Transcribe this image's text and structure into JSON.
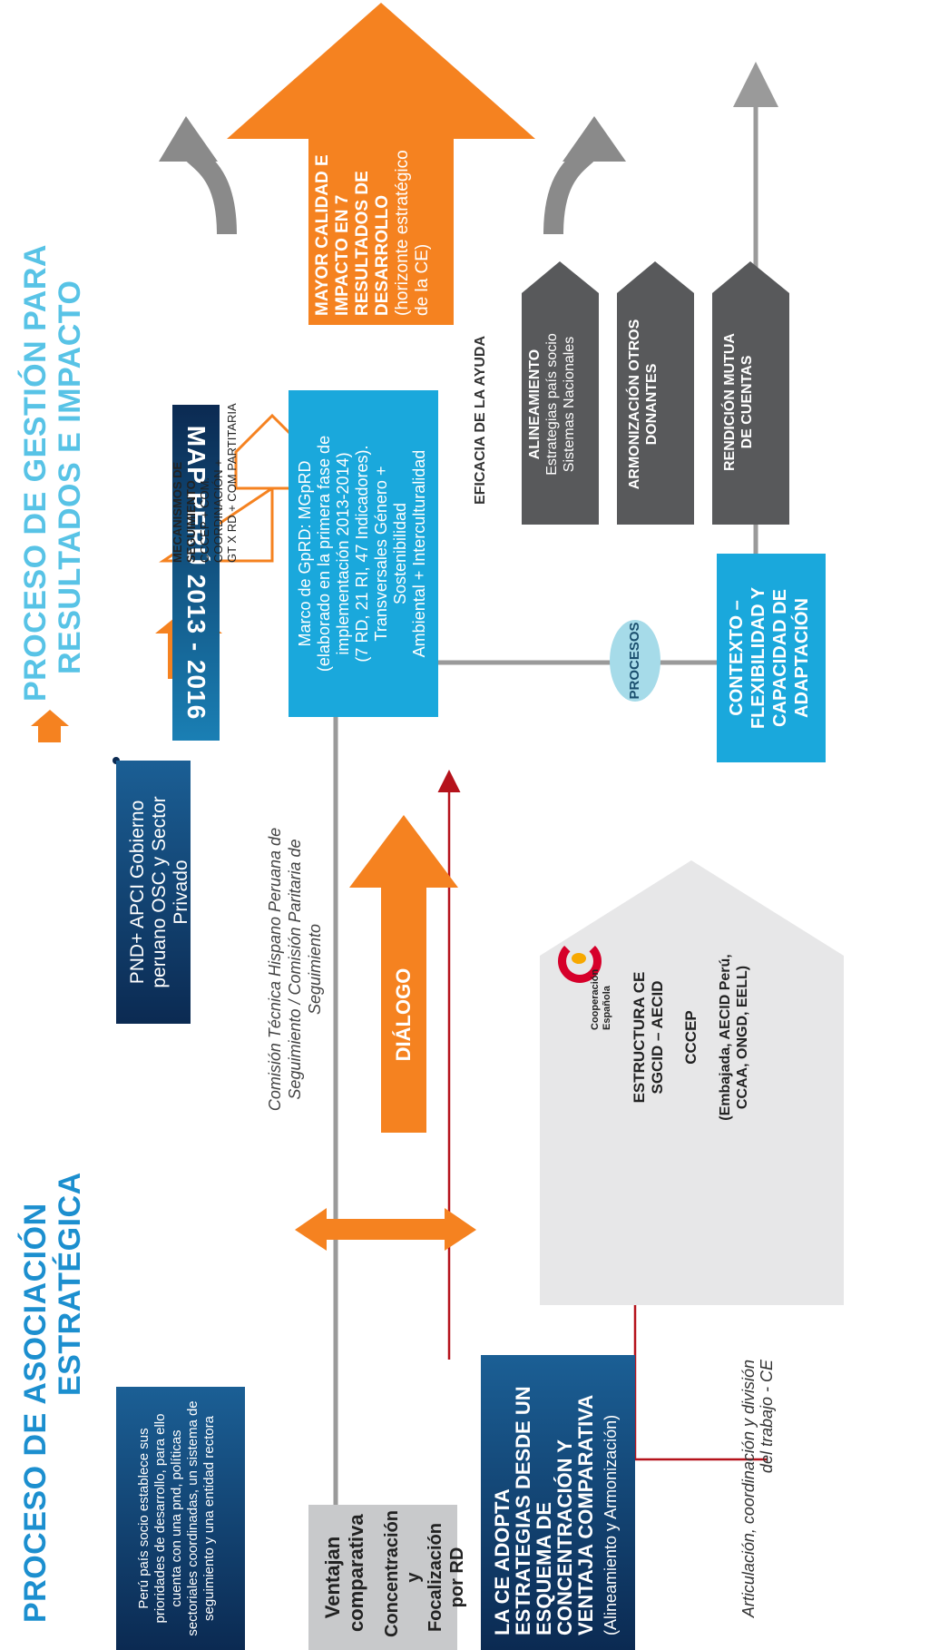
{
  "colors": {
    "orange": "#f58220",
    "cyan": "#1aa8dc",
    "light_cyan": "#a6dbe9",
    "navy": "#0b2a52",
    "dark_gray": "#58595b",
    "light_gray": "#c8c9cb",
    "red_line": "#b5121b",
    "title_blue": "#1c8fcf",
    "title_cyan": "#58c3e6"
  },
  "title": {
    "left_line1": "PROCESO DE ASOCIACIÓN",
    "left_line2": "ESTRATÉGICA",
    "right_line1": "PROCESO DE GESTIÓN PARA",
    "right_line2": "RESULTADOS E IMPACTO"
  },
  "peru_box": {
    "text": "Perú país socio establece sus prioridades de desarrollo, para ello cuenta con una pnd, políticas sectoriales coordinadas, un sistema de seguimiento y una entidad rectora"
  },
  "ventaja": {
    "text": "Ventajan comparativa"
  },
  "concentracion": {
    "text": "Concentración y Focalización por RD"
  },
  "ce_adopta": {
    "main": "LA CE ADOPTA ESTRATEGIAS DESDE UN ESQUEMA DE CONCENTRACIÓN Y VENTAJA COMPARATIVA",
    "sub": "(Alineamiento y Armonización)"
  },
  "articulacion": {
    "text": "Articulación, coordinación y división del trabajo - CE"
  },
  "pnd_box": {
    "text": "PND+ APCI Gobierno peruano OSC y Sector Privado"
  },
  "comision": {
    "text": "Comisión Técnica Hispano Peruana de Seguimiento / Comisión Paritaria de Seguimiento"
  },
  "dialogo": {
    "label": "DIÁLOGO"
  },
  "cooperacion": {
    "logo_line1": "Cooperación",
    "logo_line2": "Española",
    "estructura": "ESTRUCTURA CE SGCID – AECID",
    "cccep": "CCCEP",
    "embajada": "(Embajada, AECID Perú, CCAA, ONGD, EELL)"
  },
  "map_banner": {
    "text": "MAP PERÚ 2013 - 2016"
  },
  "procesos": {
    "label": "PROCESOS"
  },
  "contexto": {
    "text": "CONTEXTO – FLEXIBILIDAD Y CAPACIDAD DE ADAPTACIÓN"
  },
  "mecanismos": {
    "title": "MECANISMOS DE SEGUIMIENTO",
    "line1": "CCCEP + COM. COORDINACIÓN +",
    "line2": "GT X RD + COM PARTITARIA"
  },
  "marco": {
    "line1": "Marco de GpRD: MGpRD",
    "line2": "(elaborado en la primera fase de",
    "line3": "implementación 2013-2014)",
    "line4": "(7 RD, 21 RI, 47 Indicadores).",
    "line5": "Transversales Género +",
    "line6": "Sostenibilidad",
    "line7": "Ambiental + Interculturalidad"
  },
  "eficacia": {
    "label": "EFICACIA DE LA AYUDA"
  },
  "alineamiento": {
    "title": "ALINEAMIENTO",
    "line1": "Estrategias país socio",
    "line2": "Sistemas Nacionales"
  },
  "armonizacion": {
    "text": "ARMONIZACIÓN OTROS DONANTES"
  },
  "rendicion": {
    "text": "RENDICIÓN MUTUA DE CUENTAS"
  },
  "big_arrow": {
    "bold": "MAYOR CALIDAD E IMPACTO EN 7 RESULTADOS DE DESARROLLO",
    "normal": " (horizonte estratégico de la CE)"
  }
}
